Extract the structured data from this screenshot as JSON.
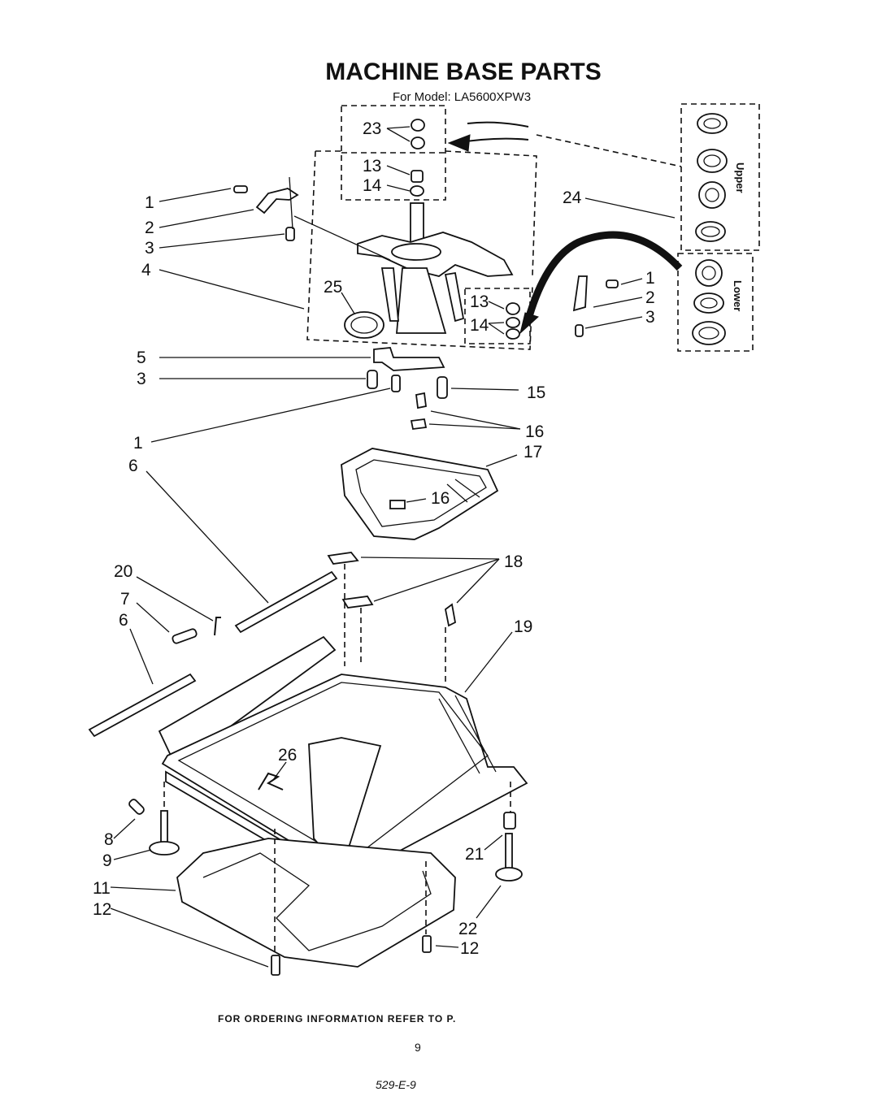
{
  "title": "MACHINE BASE PARTS",
  "subtitle": "For Model: LA5600XPW3",
  "inset_labels": {
    "upper": "Upper",
    "lower": "Lower"
  },
  "callouts": {
    "c23": "23",
    "c13a": "13",
    "c14a": "14",
    "c24": "24",
    "c1a": "1",
    "c2a": "2",
    "c3a": "3",
    "c4": "4",
    "c25": "25",
    "c13b": "13",
    "c14b": "14",
    "c1b": "1",
    "c2b": "2",
    "c3b": "3",
    "c5": "5",
    "c3c": "3",
    "c15": "15",
    "c1c": "1",
    "c16a": "16",
    "c6a": "6",
    "c17": "17",
    "c16b": "16",
    "c18": "18",
    "c20": "20",
    "c7": "7",
    "c6b": "6",
    "c19": "19",
    "c26": "26",
    "c8": "8",
    "c9": "9",
    "c21": "21",
    "c11": "11",
    "c12a": "12",
    "c22": "22",
    "c12b": "12"
  },
  "footer": "FOR ORDERING INFORMATION REFER TO P.",
  "page_number": "9",
  "handwritten_note": "529-E-9"
}
